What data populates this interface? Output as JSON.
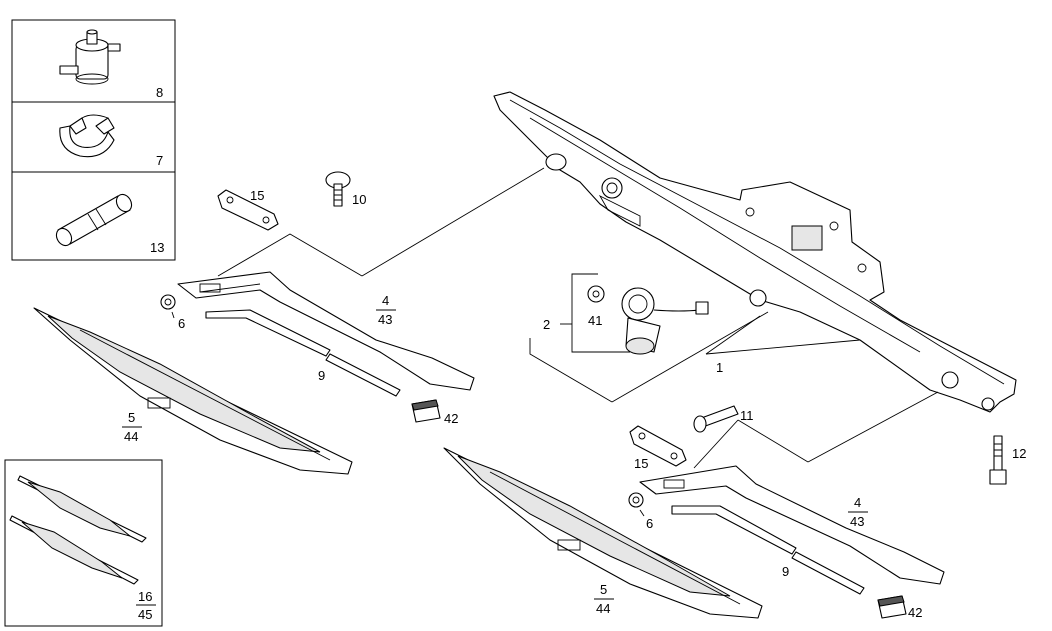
{
  "diagram": {
    "inset_labels": {
      "part_8": "8",
      "part_7": "7",
      "part_13": "13",
      "part_16": "16",
      "part_45": "45"
    },
    "callouts": {
      "c1": "1",
      "c2": "2",
      "c41": "41",
      "c10": "10",
      "c15a": "15",
      "c15b": "15",
      "c4a": "4",
      "c43a": "43",
      "c4b": "4",
      "c43b": "43",
      "c6a": "6",
      "c6b": "6",
      "c9a": "9",
      "c9b": "9",
      "c5a": "5",
      "c44a": "44",
      "c5b": "5",
      "c44b": "44",
      "c42a": "42",
      "c42b": "42",
      "c11": "11",
      "c12": "12"
    }
  }
}
